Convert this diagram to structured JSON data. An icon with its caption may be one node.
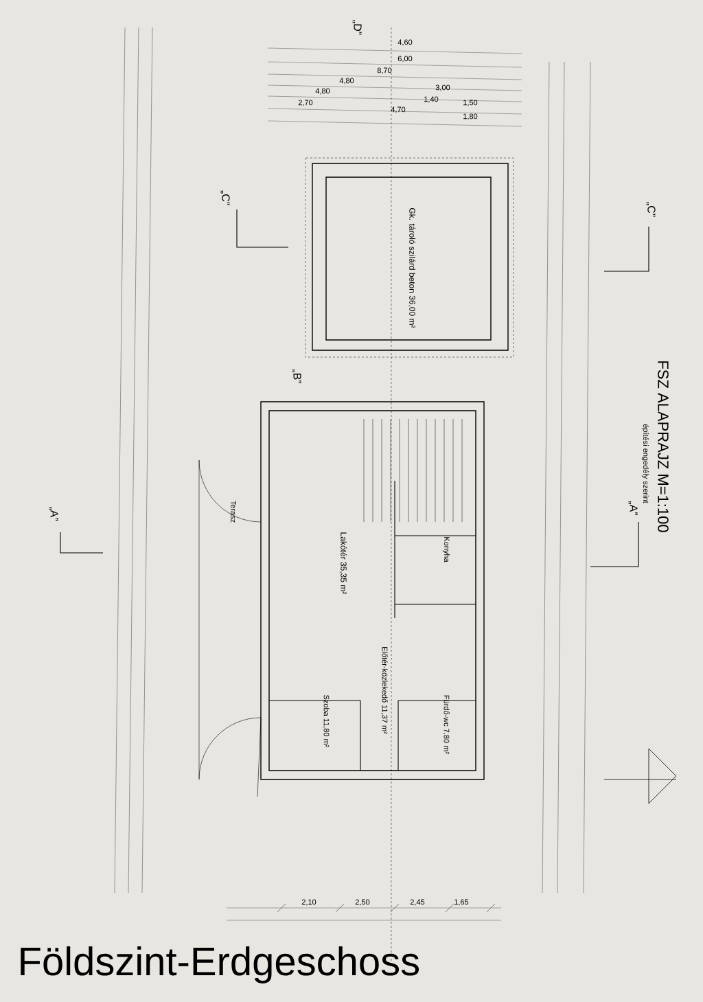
{
  "diagram": {
    "title": "FSZ ALAPRAJZ M=1:100",
    "caption": "Földszint-Erdgeschoss",
    "labels": [
      "építési engedély szerint",
      "Gk. tároló szilárd beton 36,00 m²",
      "Lakótér 35,35 m²",
      "Konyha",
      "Szoba 11,80 m²",
      "Előtér-közlekedő 11,37 m²",
      "Fürdő-wc 7,80 m²",
      "Terasz",
      "„D”",
      "„C”",
      "„C”",
      "„B”",
      "„A”",
      "„A”",
      "4,60",
      "6,00",
      "8,70",
      "4,80",
      "4,80",
      "2,70",
      "4,70",
      "3,00",
      "1,40",
      "1,50",
      "1,80",
      "2,10",
      "2,50",
      "2,45",
      "1,65"
    ]
  }
}
